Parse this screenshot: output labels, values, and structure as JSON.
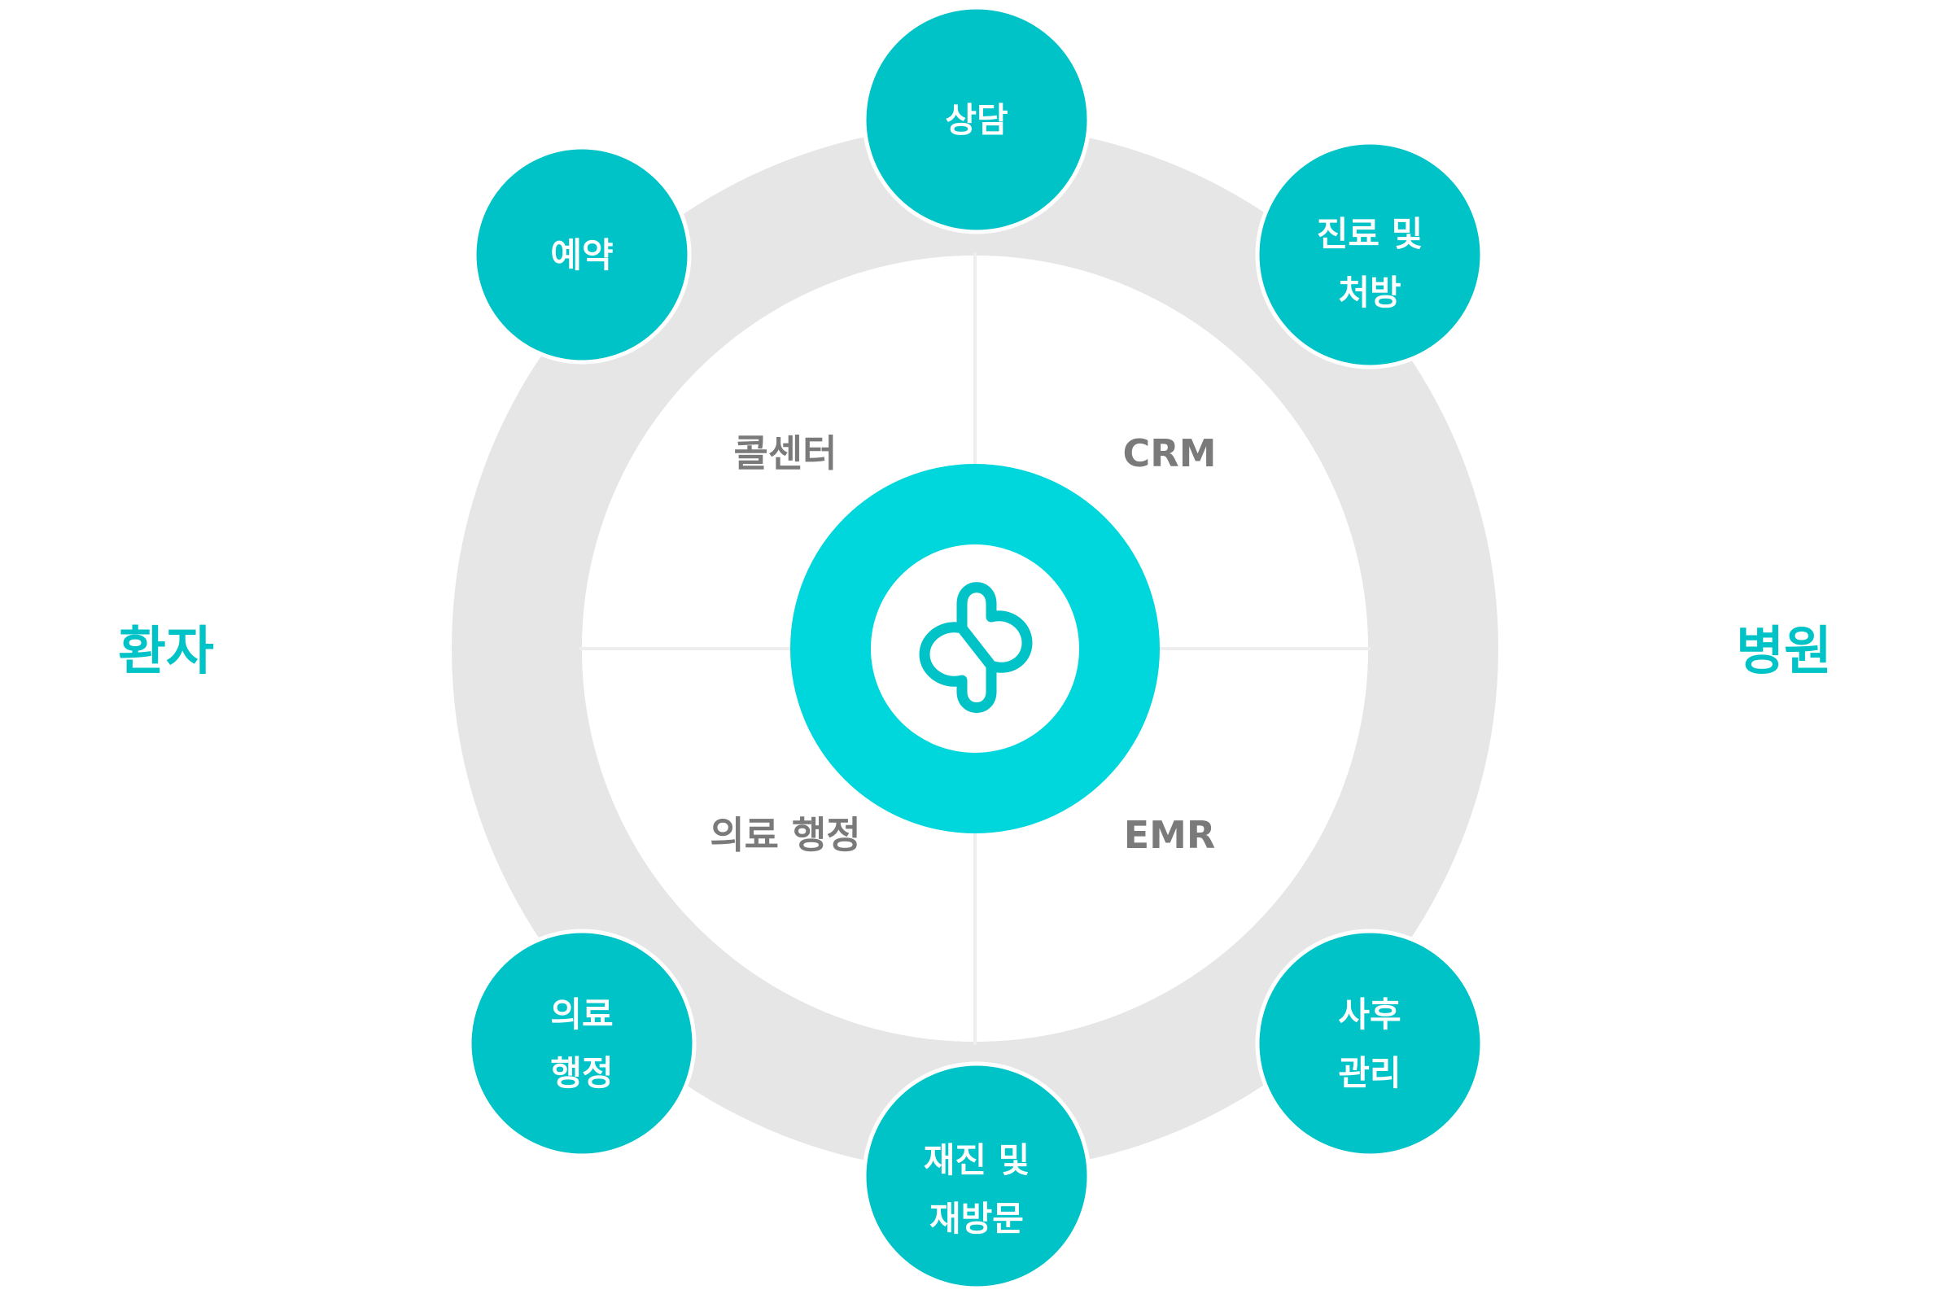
{
  "colors": {
    "accent": "#00C3C7",
    "core": "#00D7DC",
    "ring": "#E6E6E6",
    "divider": "#EEEEEE",
    "quadrant_text": "#7A7A7A",
    "node_text": "#FFFFFF"
  },
  "sides": {
    "left": "환자",
    "right": "병원"
  },
  "quadrants": {
    "top_left": "콜센터",
    "top_right": "CRM",
    "bottom_left": "의료 행정",
    "bottom_right": "EMR"
  },
  "center_icon": "medical-cross-logo-icon",
  "nodes": {
    "top": {
      "lines": [
        "상담"
      ]
    },
    "top_right": {
      "lines": [
        "진료 및",
        "처방"
      ]
    },
    "bottom_right": {
      "lines": [
        "사후",
        "관리"
      ]
    },
    "bottom": {
      "lines": [
        "재진 및",
        "재방문"
      ]
    },
    "bottom_left": {
      "lines": [
        "의료",
        "행정"
      ]
    },
    "top_left": {
      "lines": [
        "예약"
      ]
    }
  }
}
